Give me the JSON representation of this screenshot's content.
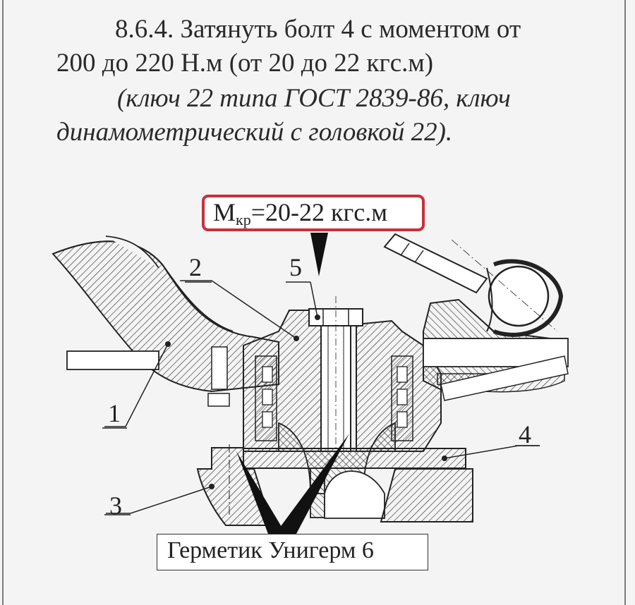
{
  "text": {
    "line1": "8.6.4. Затянуть болт 4 с моментом от",
    "line2": "200 до 220 Н.м (от 20 до 22 кгс.м)",
    "line3": "(ключ 22 типа ГОСТ 2839-86, ключ",
    "line4": "динамометрический с головкой 22)."
  },
  "torque": {
    "symbol": "М",
    "subscript": "кр",
    "value": "=20-22 кгс.м"
  },
  "sealant": {
    "label": "Герметик Унигерм 6"
  },
  "callouts": {
    "c1": "1",
    "c2": "2",
    "c3": "3",
    "c4": "4",
    "c5": "5"
  },
  "colors": {
    "highlight_border": "#c8303a",
    "ink": "#2a2a2a"
  }
}
